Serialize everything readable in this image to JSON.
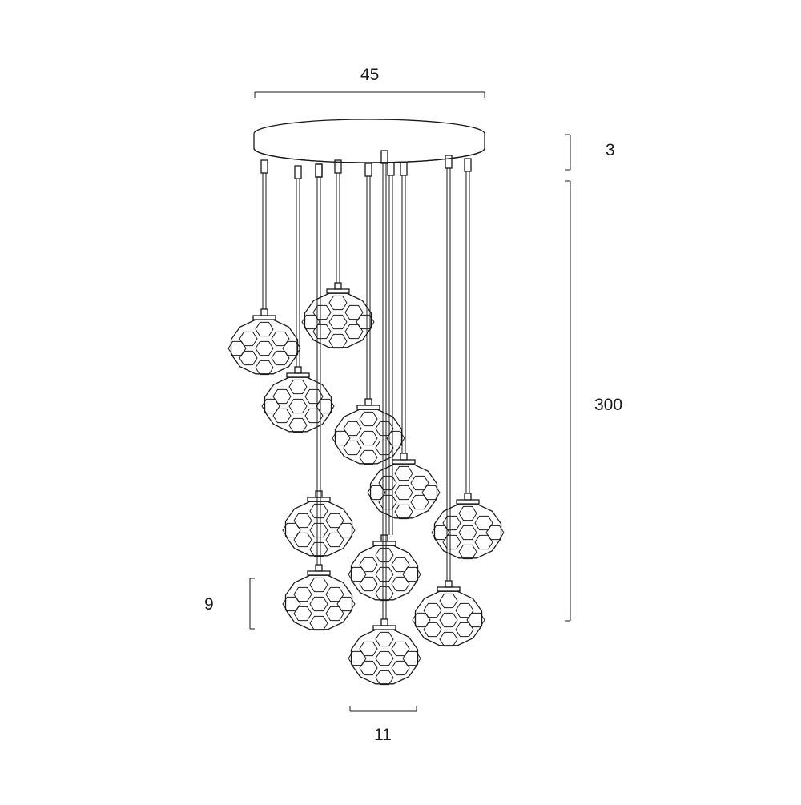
{
  "dimensions": {
    "width": "45",
    "canopy_height": "3",
    "drop_length": "300",
    "shade_height": "9",
    "shade_width": "11"
  },
  "colors": {
    "line": "#1a1a1a",
    "background": "#ffffff"
  },
  "pendant_count": 11
}
